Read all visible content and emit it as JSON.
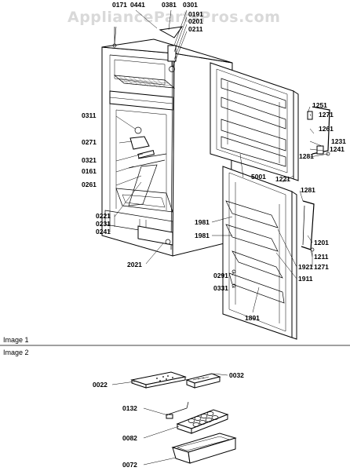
{
  "watermark": "AppliancePartsPros.com",
  "sections": {
    "image1_label": "Image 1",
    "image2_label": "Image 2"
  },
  "callouts": {
    "c0171": "0171",
    "c0441": "0441",
    "c0381": "0381",
    "c0301": "0301",
    "c0191": "0191",
    "c0201": "0201",
    "c0211": "0211",
    "c0311": "0311",
    "c0271a": "0271",
    "c0321": "0321",
    "c0161": "0161",
    "c0261": "0261",
    "c0221": "0221",
    "c0231": "0231",
    "c0241": "0241",
    "c5001": "5001",
    "c1221": "1221",
    "c1251": "1251",
    "c1271a": "1271",
    "c1261": "1261",
    "c1231": "1231",
    "c1241": "1241",
    "c1281a": "1281",
    "c1981a": "1981",
    "c1981b": "1981",
    "c1281b": "1281",
    "c1201": "1201",
    "c1211": "1211",
    "c1271b": "1271",
    "c1921": "1921",
    "c1911": "1911",
    "c0291": "0291",
    "c0331": "0331",
    "c1891": "1891",
    "c2021": "2021",
    "c0022": "0022",
    "c0032": "0032",
    "c0132": "0132",
    "c0082": "0082",
    "c0072": "0072"
  }
}
